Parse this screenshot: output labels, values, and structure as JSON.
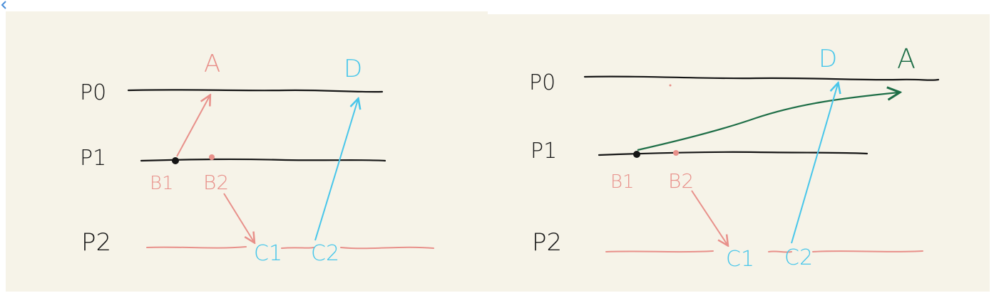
{
  "diagram": {
    "colors": {
      "ink": "#151515",
      "pink": "#e8908a",
      "blue": "#47c6ea",
      "green": "#1e6e47"
    },
    "left": {
      "process_labels": [
        "P0",
        "P1",
        "P2"
      ],
      "event_labels": {
        "a": "A",
        "d": "D",
        "b1": "B1",
        "b2": "B2",
        "c1": "C1",
        "c2": "C2"
      }
    },
    "right": {
      "process_labels": [
        "P0",
        "P1",
        "P2"
      ],
      "event_labels": {
        "a": "A",
        "d": "D",
        "b1": "B1",
        "b2": "B2",
        "c1": "C1",
        "c2": "C2"
      }
    }
  }
}
